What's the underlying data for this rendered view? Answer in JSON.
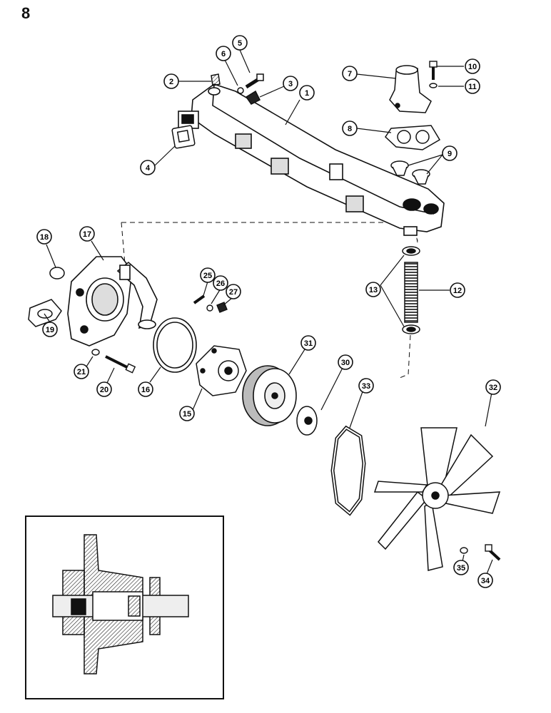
{
  "page": {
    "number": "8"
  },
  "callouts": [
    {
      "id": "c1",
      "label": "1"
    },
    {
      "id": "c2",
      "label": "2"
    },
    {
      "id": "c3",
      "label": "3"
    },
    {
      "id": "c4",
      "label": "4"
    },
    {
      "id": "c5",
      "label": "5"
    },
    {
      "id": "c6",
      "label": "6"
    },
    {
      "id": "c7",
      "label": "7"
    },
    {
      "id": "c8",
      "label": "8"
    },
    {
      "id": "c9",
      "label": "9"
    },
    {
      "id": "c10",
      "label": "10"
    },
    {
      "id": "c11",
      "label": "11"
    },
    {
      "id": "c12",
      "label": "12"
    },
    {
      "id": "c13",
      "label": "13"
    },
    {
      "id": "c15",
      "label": "15"
    },
    {
      "id": "c16",
      "label": "16"
    },
    {
      "id": "c17",
      "label": "17"
    },
    {
      "id": "c18",
      "label": "18"
    },
    {
      "id": "c19",
      "label": "19"
    },
    {
      "id": "c20",
      "label": "20"
    },
    {
      "id": "c21",
      "label": "21"
    },
    {
      "id": "c25",
      "label": "25"
    },
    {
      "id": "c26",
      "label": "26"
    },
    {
      "id": "c27",
      "label": "27"
    },
    {
      "id": "c30",
      "label": "30"
    },
    {
      "id": "c31",
      "label": "31"
    },
    {
      "id": "c32",
      "label": "32"
    },
    {
      "id": "c33",
      "label": "33"
    },
    {
      "id": "c34",
      "label": "34"
    },
    {
      "id": "c35",
      "label": "35"
    }
  ]
}
